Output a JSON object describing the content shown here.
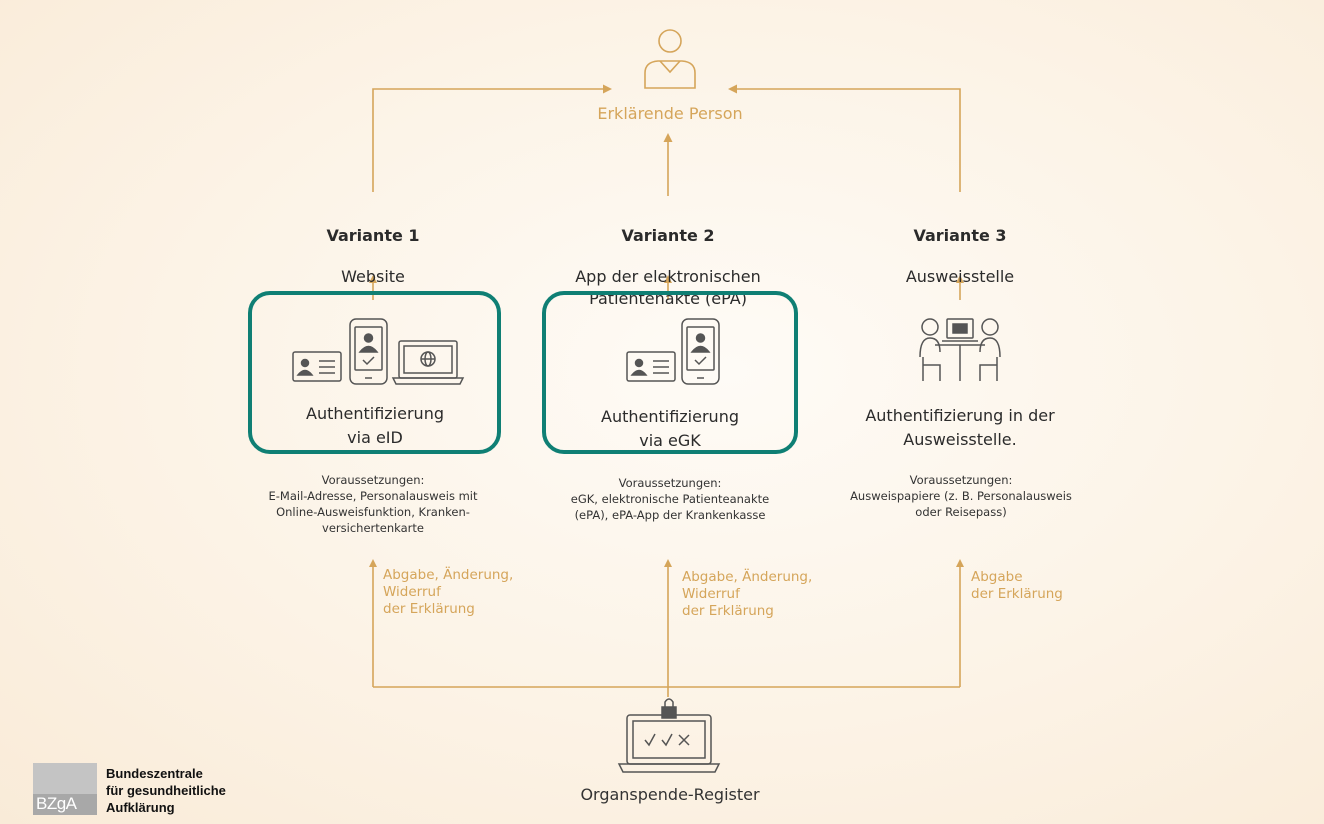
{
  "person": {
    "label": "Erklärende Person"
  },
  "variants": [
    {
      "title": "Variante 1",
      "subtitle": "Website",
      "auth_label": "Authentifizierung\nvia eID",
      "requirements": "Voraussetzungen:\nE-Mail-Adresse, Personalausweis mit\nOnline-Ausweisfunktion, Kranken-\nversichertenkarte",
      "action": "Abgabe, Änderung,\nWiderruf\nder Erklärung",
      "highlighted": true
    },
    {
      "title": "Variante 2",
      "subtitle": "App der elektronischen\nPatientenakte (ePA)",
      "auth_label": "Authentifizierung\nvia eGK",
      "requirements": "Voraussetzungen:\neGK, elektronische Patienteanakte\n(ePA), ePA-App der Krankenkasse",
      "action": "Abgabe, Änderung,\nWiderruf\nder Erklärung",
      "highlighted": true
    },
    {
      "title": "Variante 3",
      "subtitle": "Ausweisstelle",
      "auth_label": "Authentifizierung in der\nAusweisstelle.",
      "requirements": "Voraussetzungen:\nAusweispapiere (z. B. Personalausweis\noder Reisepass)",
      "action": "Abgabe\nder Erklärung",
      "highlighted": false
    }
  ],
  "register": {
    "label": "Organspende-Register"
  },
  "logo": {
    "mark": "BZgA",
    "name": "Bundeszentrale\nfür gesundheitliche\nAufklärung"
  },
  "colors": {
    "background": "#fcf3e6",
    "line": "#d5a55a",
    "highlight": "#0f7f74",
    "icon": "#555555"
  },
  "icons": [
    "person-icon",
    "id-card-icon",
    "smartphone-icon",
    "laptop-globe-icon",
    "office-meeting-icon",
    "laptop-lock-check-icon"
  ]
}
